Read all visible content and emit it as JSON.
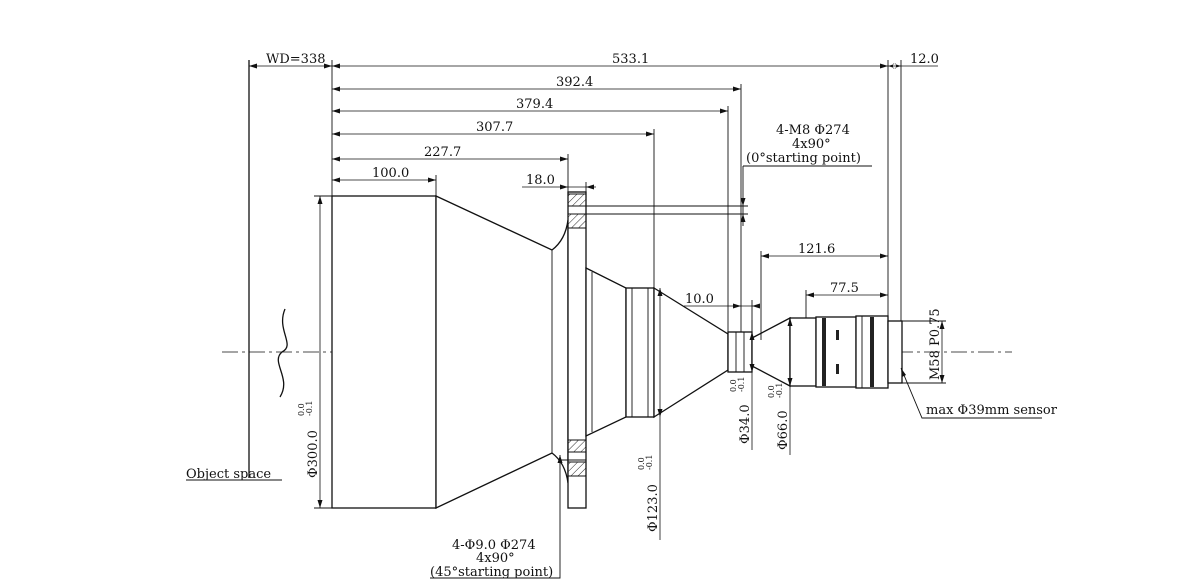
{
  "labels": {
    "wd": "WD=338",
    "total_length": "533.1",
    "rear_offset": "12.0",
    "len_392": "392.4",
    "len_379": "379.4",
    "len_307": "307.7",
    "len_227": "227.7",
    "len_100": "100.0",
    "flange_width": "18.0",
    "len_10": "10.0",
    "len_121": "121.6",
    "len_77": "77.5",
    "dia_300": "Φ300.0",
    "dia_300_tol_upper": "0.0",
    "dia_300_tol_lower": "-0.1",
    "dia_123": "Φ123.0",
    "dia_123_tol_upper": "0.0",
    "dia_123_tol_lower": "-0.1",
    "dia_34": "Φ34.0",
    "dia_34_tol_upper": "0.0",
    "dia_34_tol_lower": "-0.1",
    "dia_66": "Φ66.0",
    "dia_66_tol_upper": "0.0",
    "dia_66_tol_lower": "-0.1",
    "thread_mount": "M58 P0.75",
    "sensor": "max  Φ39mm sensor",
    "object_space": "Object space",
    "holes_top_line1": "4-M8  Φ274",
    "holes_top_line2": "4x90°",
    "holes_top_line3": "(0°starting point)",
    "holes_bottom_line1": "4-Φ9.0  Φ274",
    "holes_bottom_line2": "4x90°",
    "holes_bottom_line3": "(45°starting point)"
  }
}
